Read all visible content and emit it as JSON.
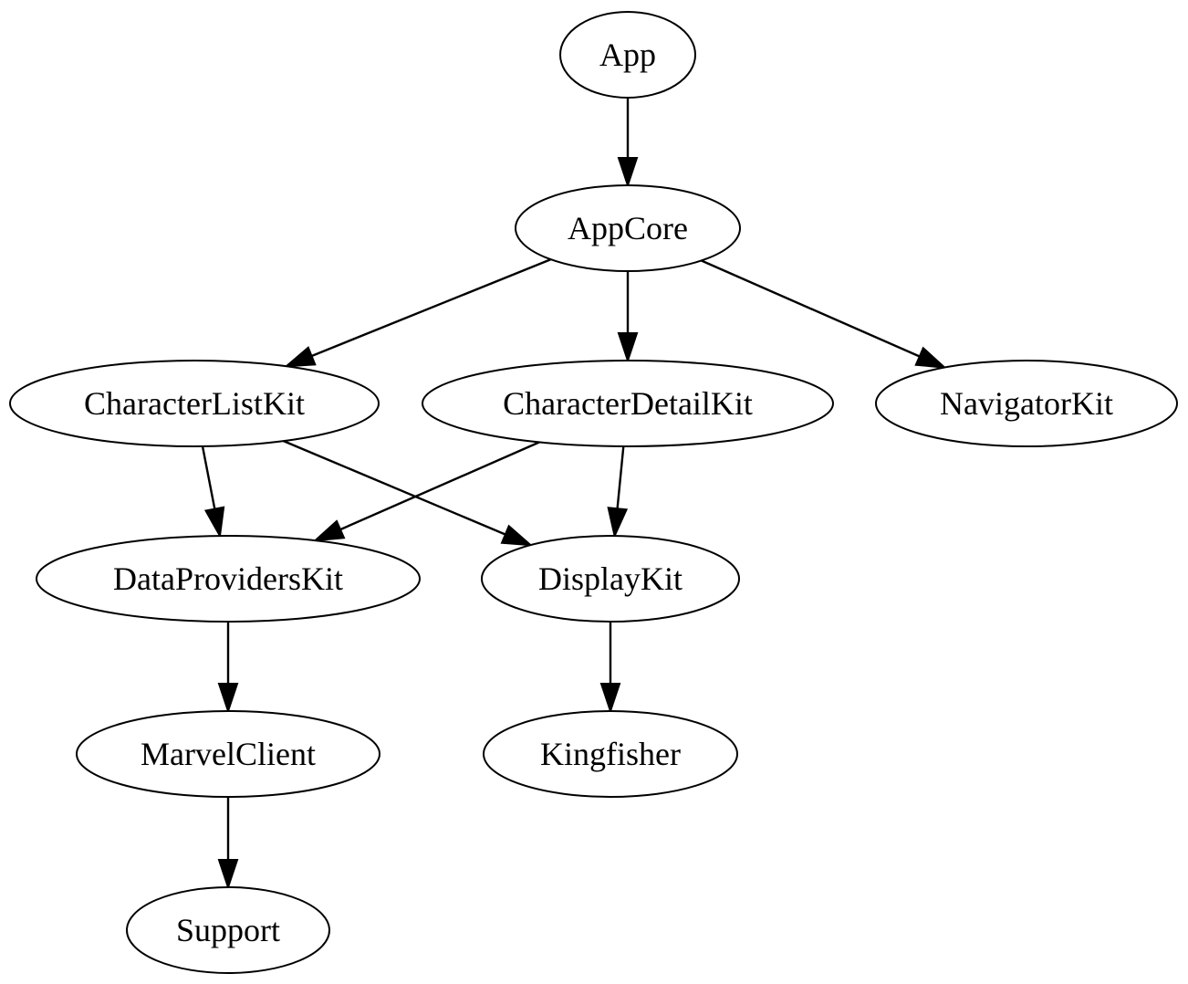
{
  "diagram": {
    "type": "dependency-graph",
    "nodes": [
      {
        "id": "app",
        "label": "App"
      },
      {
        "id": "appcore",
        "label": "AppCore"
      },
      {
        "id": "characterlistkit",
        "label": "CharacterListKit"
      },
      {
        "id": "characterdetailkit",
        "label": "CharacterDetailKit"
      },
      {
        "id": "navigatorkit",
        "label": "NavigatorKit"
      },
      {
        "id": "dataproviderskit",
        "label": "DataProvidersKit"
      },
      {
        "id": "displaykit",
        "label": "DisplayKit"
      },
      {
        "id": "marvelclient",
        "label": "MarvelClient"
      },
      {
        "id": "kingfisher",
        "label": "Kingfisher"
      },
      {
        "id": "support",
        "label": "Support"
      }
    ],
    "edges": [
      {
        "from": "app",
        "to": "appcore"
      },
      {
        "from": "appcore",
        "to": "characterlistkit"
      },
      {
        "from": "appcore",
        "to": "characterdetailkit"
      },
      {
        "from": "appcore",
        "to": "navigatorkit"
      },
      {
        "from": "characterlistkit",
        "to": "dataproviderskit"
      },
      {
        "from": "characterlistkit",
        "to": "displaykit"
      },
      {
        "from": "characterdetailkit",
        "to": "dataproviderskit"
      },
      {
        "from": "characterdetailkit",
        "to": "displaykit"
      },
      {
        "from": "dataproviderskit",
        "to": "marvelclient"
      },
      {
        "from": "displaykit",
        "to": "kingfisher"
      },
      {
        "from": "marvelclient",
        "to": "support"
      }
    ]
  }
}
